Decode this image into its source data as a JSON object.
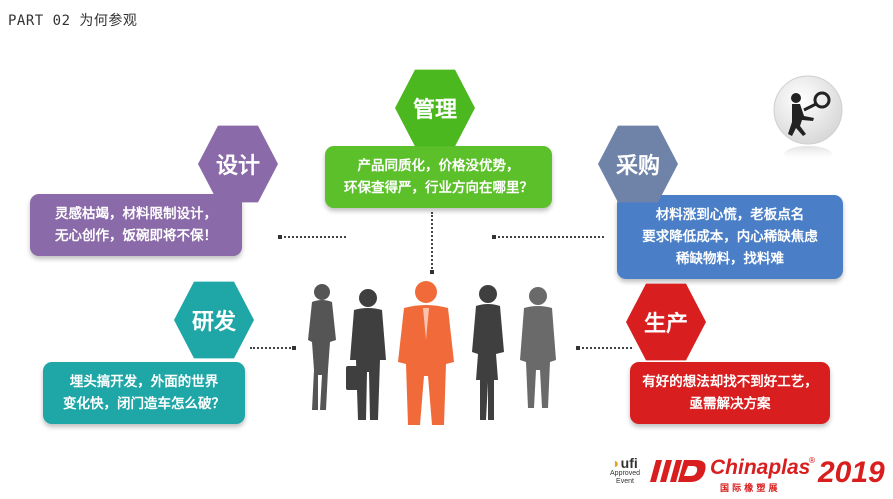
{
  "header": {
    "title": "PART 02 为何参观"
  },
  "nodes": {
    "management": {
      "title": "管理",
      "text": "产品同质化，价格没优势，\n环保查得严，行业方向在哪里？",
      "color": "#4cb820"
    },
    "design": {
      "title": "设计",
      "text": "灵感枯竭，材料限制设计，\n无心创作，饭碗即将不保！",
      "color": "#8a6aa8"
    },
    "purchase": {
      "title": "采购",
      "text": "材料涨到心慌，老板点名\n要求降低成本，内心稀缺焦虑\n稀缺物料，找料难",
      "color": "#6f82a8",
      "box_color": "#4a7fc8"
    },
    "rnd": {
      "title": "研发",
      "text": "埋头搞开发，外面的世界\n变化快，闭门造车怎么破？",
      "color": "#1fa6a6"
    },
    "production": {
      "title": "生产",
      "text": "有好的想法却找不到好工艺，\n亟需解决方案",
      "color": "#d81e1e"
    }
  },
  "logos": {
    "ufi": "ufi",
    "ufi_sub": "Approved\nEvent",
    "brand": "Chinaplas",
    "brand_sub": "国 际 橡 塑 展",
    "year": "2019",
    "trademark": "®"
  },
  "icons": {
    "top_right": "searching-person-icon"
  }
}
